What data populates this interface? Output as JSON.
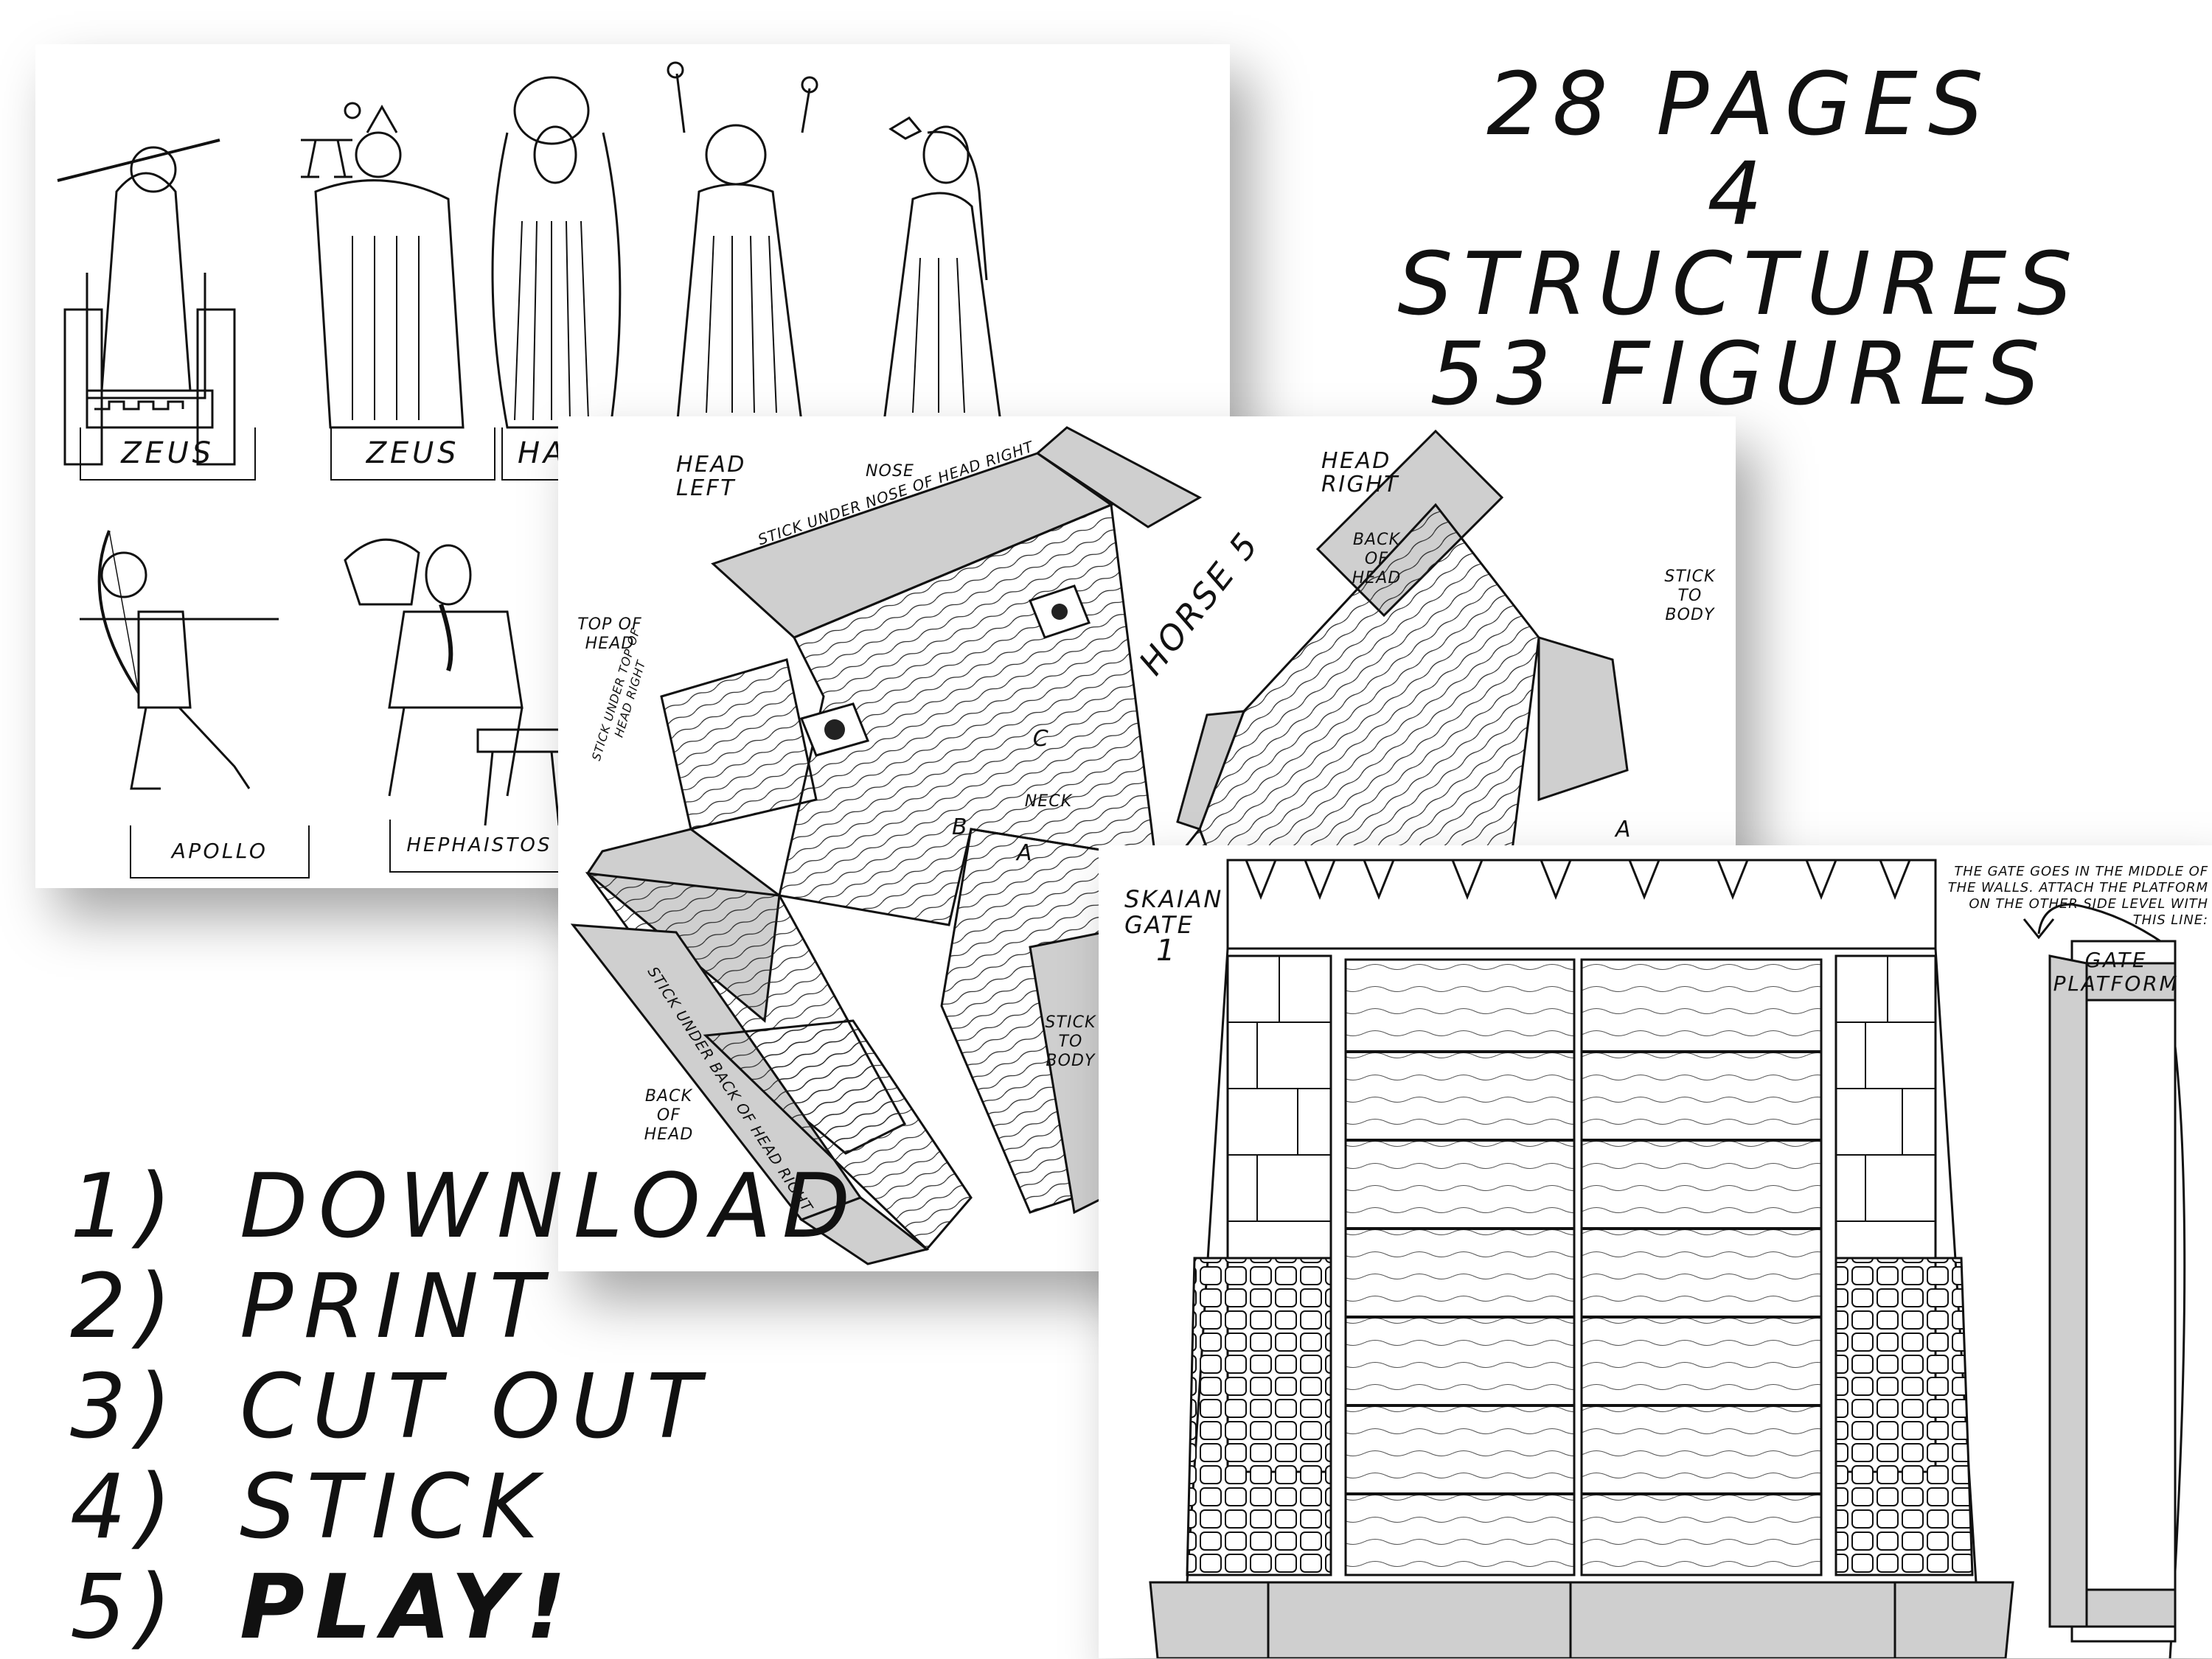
{
  "stats": {
    "line1": "28 PAGES",
    "line2": "4 STRUCTURES",
    "line3": "53 FIGURES"
  },
  "steps": [
    {
      "num": "1)",
      "text": "DOWNLOAD"
    },
    {
      "num": "2)",
      "text": "PRINT"
    },
    {
      "num": "3)",
      "text": "CUT OUT"
    },
    {
      "num": "4)",
      "text": "STICK"
    },
    {
      "num": "5)",
      "text": "PLAY!"
    }
  ],
  "figures_sheet": {
    "labels": [
      "ZEUS",
      "ZEUS",
      "HA",
      "APOLLO",
      "HEPHAISTOS"
    ]
  },
  "horse_sheet": {
    "head_left": "HEAD LEFT",
    "head_right": "HEAD RIGHT",
    "nose": "NOSE",
    "top_of_head": "TOP OF HEAD",
    "back_of_head_top": "BACK OF HEAD",
    "back_of_head_bottom": "BACK OF HEAD",
    "stick_to_body_top": "STICK TO BODY",
    "stick_to_body_bottom": "STICK TO BODY",
    "stick_nose": "STICK UNDER NOSE OF HEAD RIGHT",
    "stick_top": "STICK UNDER TOP OF HEAD RIGHT",
    "stick_back": "STICK UNDER BACK OF HEAD RIGHT",
    "neck": "NECK",
    "title": "HORSE 5",
    "mark_a1": "A",
    "mark_a2": "A",
    "mark_b": "B",
    "mark_c": "C"
  },
  "gate_sheet": {
    "title_line1": "SKAIAN",
    "title_line2": "GATE",
    "title_line3": "1",
    "note": "THE GATE GOES IN THE MIDDLE OF THE WALLS. ATTACH THE PLATFORM ON THE OTHER SIDE LEVEL WITH THIS LINE:",
    "platform_label": "GATE PLATFORM"
  },
  "colors": {
    "ink": "#111111",
    "tab_gray": "#cfcfcf",
    "paper": "#ffffff"
  }
}
